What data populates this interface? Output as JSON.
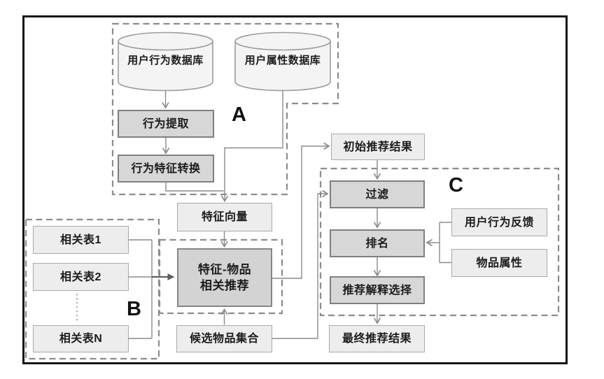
{
  "regions": {
    "a": "A",
    "b": "B",
    "c": "C"
  },
  "nodes": {
    "db_user_behavior": "用户行为数据库",
    "db_user_attribute": "用户属性数据库",
    "behavior_extraction": "行为提取",
    "behavior_feature_conversion": "行为特征转换",
    "feature_vector": "特征向量",
    "related_table_1": "相关表1",
    "related_table_2": "相关表2",
    "related_table_n": "相关表N",
    "feature_item_line1": "特征-物品",
    "feature_item_line2": "相关推荐",
    "candidate_item_set": "候选物品集合",
    "initial_result": "初始推荐结果",
    "filter": "过滤",
    "ranking": "排名",
    "user_behavior_feedback": "用户行为反馈",
    "item_attribute": "物品属性",
    "explanation_selection": "推荐解释选择",
    "final_result": "最终推荐结果"
  },
  "edges": [
    {
      "from": "db_user_behavior",
      "to": "behavior_extraction"
    },
    {
      "from": "behavior_extraction",
      "to": "behavior_feature_conversion"
    },
    {
      "from": "behavior_feature_conversion",
      "to": "feature_vector"
    },
    {
      "from": "db_user_attribute",
      "to": "feature_vector"
    },
    {
      "from": "feature_vector",
      "to": "feature_item_recommendation"
    },
    {
      "from": "related_table_1",
      "to": "feature_item_recommendation"
    },
    {
      "from": "related_table_2",
      "to": "feature_item_recommendation"
    },
    {
      "from": "related_table_n",
      "to": "feature_item_recommendation"
    },
    {
      "from": "candidate_item_set",
      "to": "feature_item_recommendation"
    },
    {
      "from": "feature_item_recommendation",
      "to": "initial_result"
    },
    {
      "from": "initial_result",
      "to": "filter"
    },
    {
      "from": "candidate_item_set",
      "to": "filter"
    },
    {
      "from": "filter",
      "to": "ranking"
    },
    {
      "from": "user_behavior_feedback",
      "to": "ranking"
    },
    {
      "from": "item_attribute",
      "to": "ranking"
    },
    {
      "from": "ranking",
      "to": "explanation_selection"
    },
    {
      "from": "explanation_selection",
      "to": "final_result"
    }
  ],
  "colors": {
    "frame": "#161616",
    "dash": "#8c8c8c",
    "line": "#8a8a8a",
    "text": "#1b1b1b",
    "box_light_fill": "#ededed",
    "box_light_border": "#a9a9a9",
    "box_dark_fill": "#d7d7d7",
    "box_dark_border": "#7f7f7f",
    "cyl_fill": "#f4f4f4",
    "cyl_border": "#9c9c9c"
  }
}
